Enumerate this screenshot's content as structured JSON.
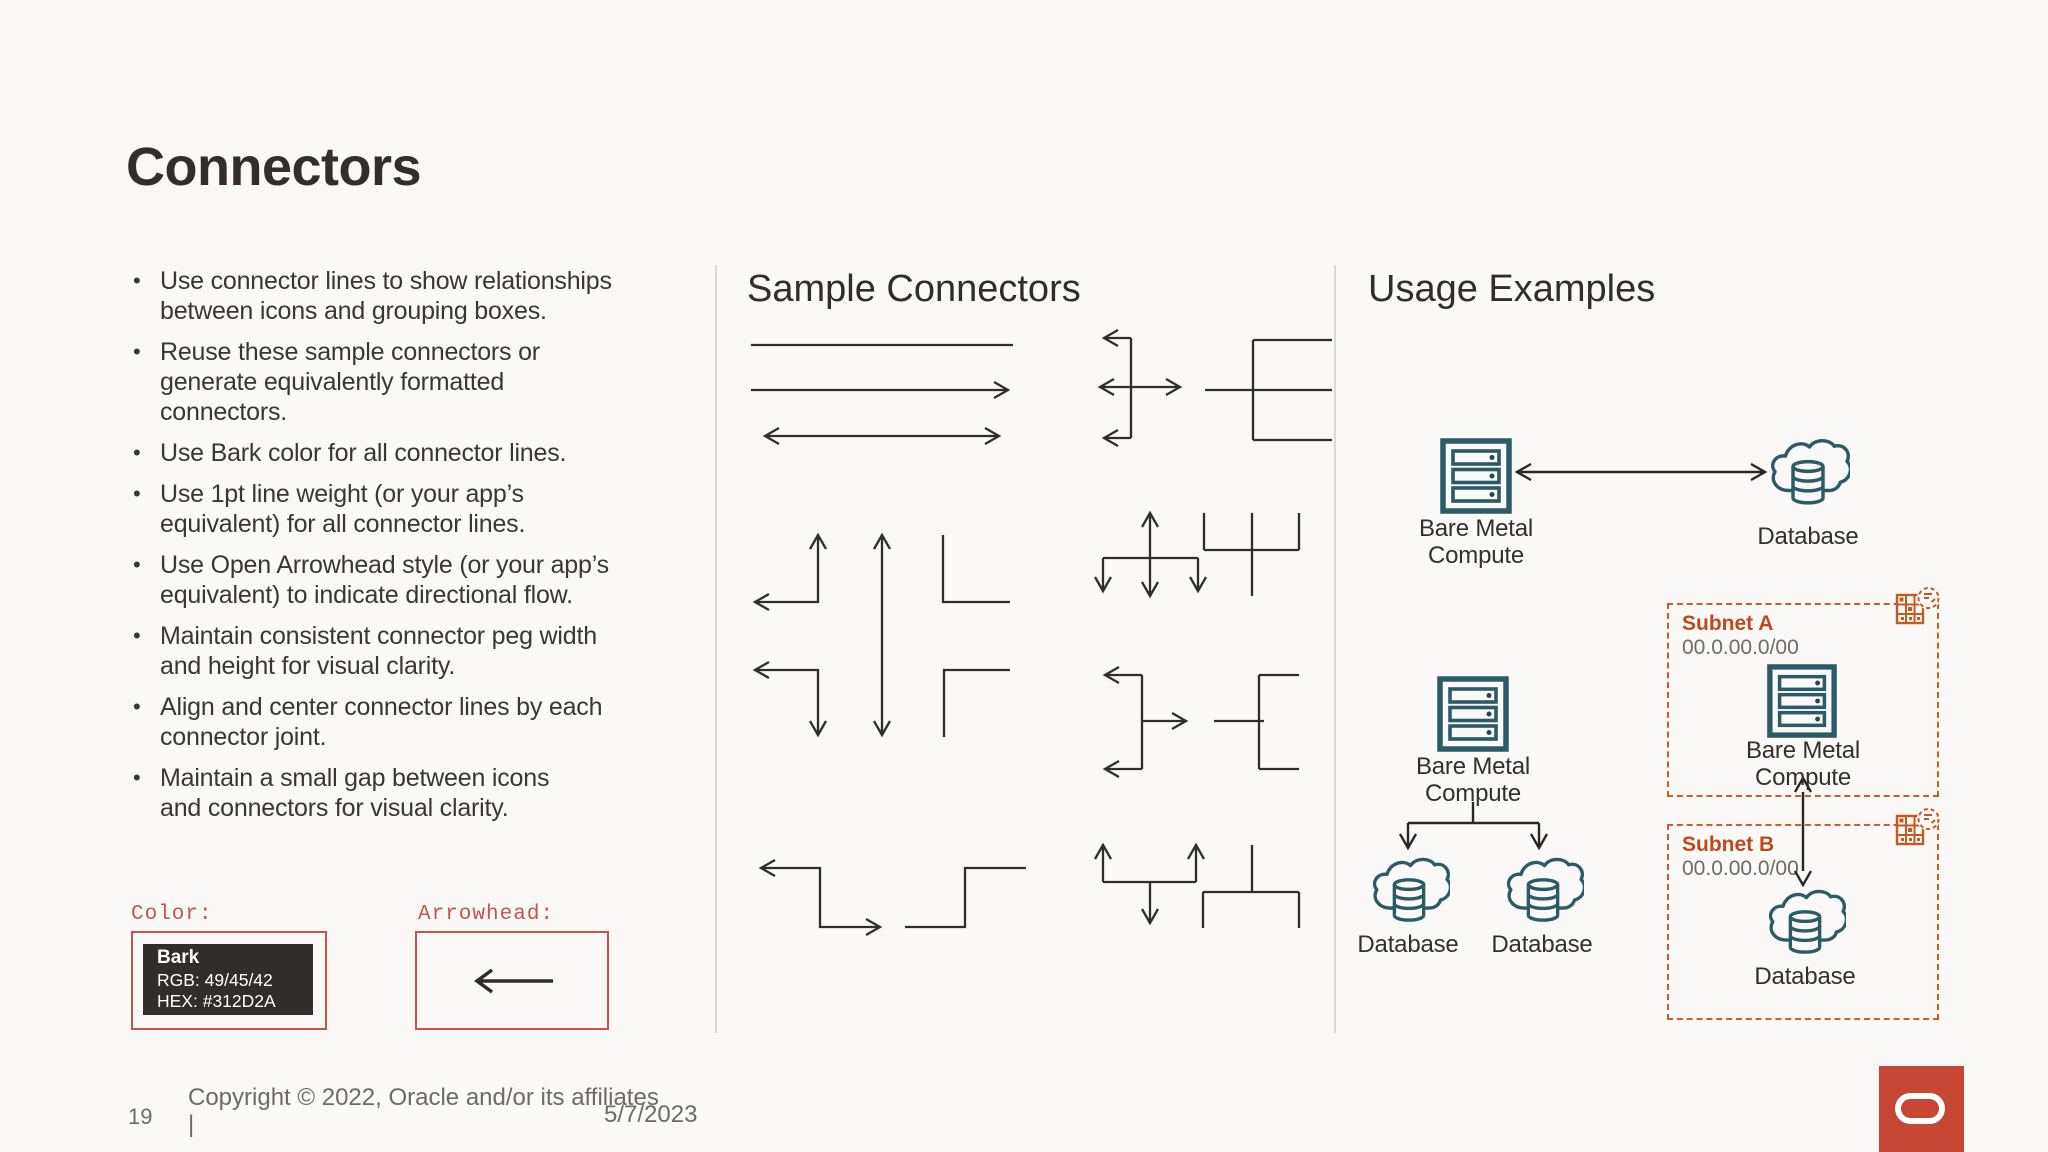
{
  "slide": {
    "title": "Connectors"
  },
  "bullets": [
    "Use connector lines to show relationships\nbetween icons and grouping boxes.",
    "Reuse these sample connectors or\ngenerate equivalently formatted\nconnectors.",
    "Use Bark color for all connector lines.",
    "Use 1pt line weight (or your app’s\nequivalent) for all connector lines.",
    "Use Open Arrowhead style (or your app’s\nequivalent) to indicate directional flow.",
    "Maintain consistent connector peg width\nand height for visual clarity.",
    "Align and center connector lines by each\nconnector joint.",
    "Maintain a small gap between icons\nand connectors for visual clarity."
  ],
  "specs": {
    "color_label": "Color:",
    "swatch": {
      "name": "Bark",
      "rgb": "RGB: 49/45/42",
      "hex": "HEX: #312D2A"
    },
    "arrowhead_label": "Arrowhead:"
  },
  "sections": {
    "samples_title": "Sample Connectors",
    "usage_title": "Usage Examples"
  },
  "usage": {
    "ex1_left": "Bare Metal Compute",
    "ex1_right": "Database",
    "ex2_top": "Bare Metal Compute",
    "ex2_left": "Database",
    "ex2_right": "Database",
    "subnet_a": {
      "name": "Subnet A",
      "cidr": "00.0.00.0/00",
      "node": "Bare Metal Compute"
    },
    "subnet_b": {
      "name": "Subnet B",
      "cidr": "00.0.00.0/00",
      "node": "Database"
    }
  },
  "footer": {
    "page": "19",
    "copyright": "Copyright © 2022, Oracle and/or its affiliates",
    "pipe": "|",
    "date": "5/7/2023"
  },
  "colors": {
    "bark": "#312D2A",
    "oracle_red": "#C74634",
    "icon_teal": "#2B5B66",
    "subnet_orange": "#CE5B28",
    "spec_red": "#C9534B"
  }
}
